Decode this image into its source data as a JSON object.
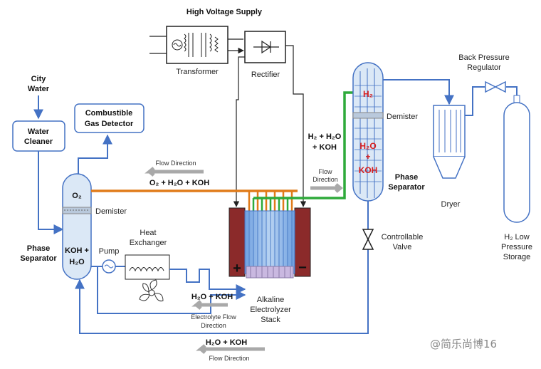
{
  "labels": {
    "title": "High Voltage Supply",
    "transformer": "Transformer",
    "rectifier": "Rectifier",
    "city": "City",
    "water": "Water",
    "water_cleaner_1": "Water",
    "water_cleaner_2": "Cleaner",
    "combustible_1": "Combustible",
    "combustible_2": "Gas Detector",
    "flow_direction": "Flow Direction",
    "flow_direction_mid_1": "Flow",
    "flow_direction_mid_2": "Direction",
    "o2_stream": "O₂ + H₂O + KOH",
    "h2_stream_1": "H₂ + H₂O",
    "h2_stream_2": "+ KOH",
    "o2": "O₂",
    "demister_left": "Demister",
    "demister_right": "Demister",
    "phase_sep_left_1": "Phase",
    "phase_sep_left_2": "Separator",
    "koh_left_1": "KOH +",
    "koh_left_2": "H₂O",
    "pump": "Pump",
    "heat_ex_1": "Heat",
    "heat_ex_2": "Exchanger",
    "electrolyte_stream": "H₂O + KOH",
    "electrolyte_flow_1": "Electrolyte Flow",
    "electrolyte_flow_2": "Direction",
    "stack_1": "Alkaline",
    "stack_2": "Electrolyzer",
    "stack_3": "Stack",
    "plus": "+",
    "minus": "−",
    "h2_top": "H₂",
    "h2o_mid": "H₂O",
    "plus_mid": "+",
    "koh_mid": "KOH",
    "phase_sep_right_1": "Phase",
    "phase_sep_right_2": "Separator",
    "valve_1": "Controllable",
    "valve_2": "Valve",
    "bpr_1": "Back Pressure",
    "bpr_2": "Regulator",
    "dryer": "Dryer",
    "storage_1": "H₂ Low",
    "storage_2": "Pressure",
    "storage_3": "Storage",
    "bottom_stream": "H₂O + KOH",
    "bottom_flow": "Flow Direction",
    "watermark": "@简乐尚博16"
  },
  "colors": {
    "pipe": "#4472c4",
    "oxygen_line": "#e07b1a",
    "hydrogen_line": "#2eaa3a",
    "vessel": "#dbe8f6",
    "electrode": "#8b2a2a",
    "arrow_grey": "#a9a9a9"
  }
}
